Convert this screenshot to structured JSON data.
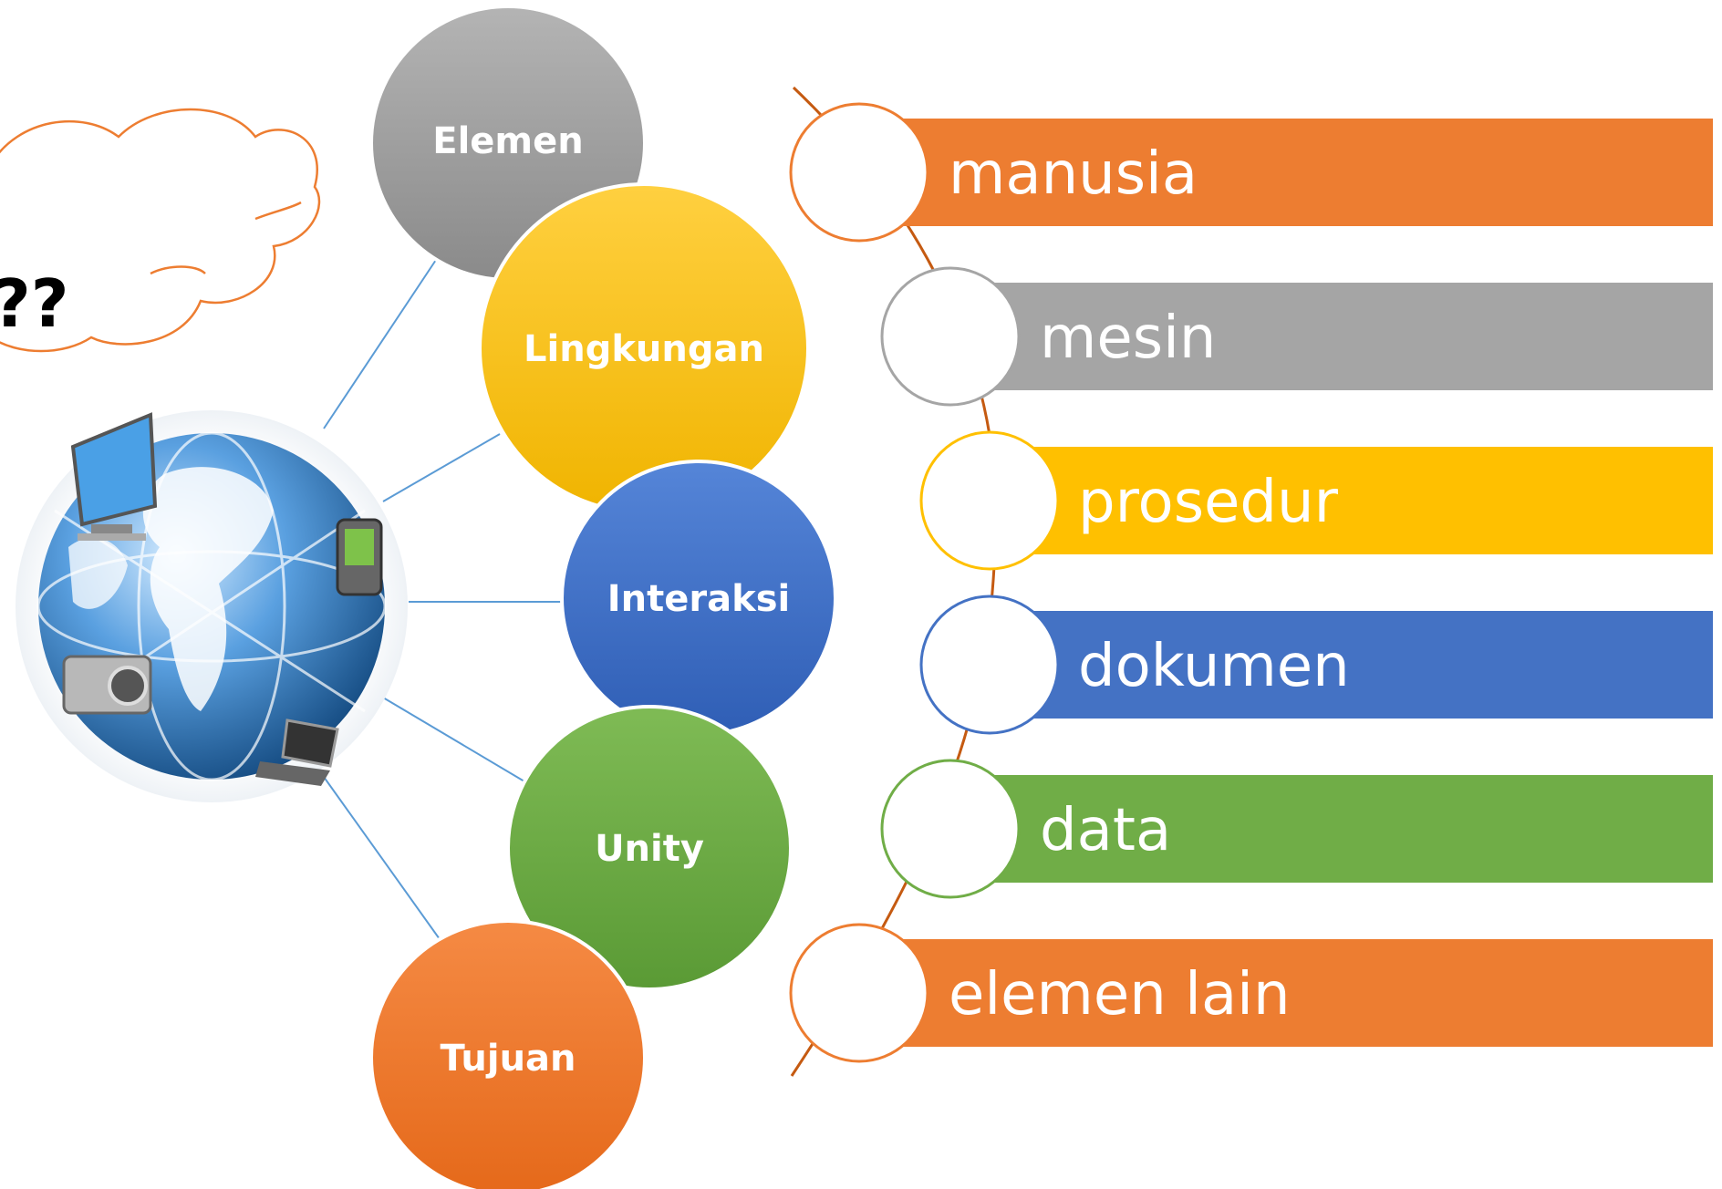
{
  "cloud": {
    "text": "??"
  },
  "hub": {
    "image": "globe-with-devices"
  },
  "nodes": [
    {
      "id": "elemen",
      "label": "Elemen",
      "color": "#a5a5a5",
      "color_dark": "#8c8c8c"
    },
    {
      "id": "lingkungan",
      "label": "Lingkungan",
      "color": "#ffc000",
      "color_dark": "#f2b400"
    },
    {
      "id": "interaksi",
      "label": "Interaksi",
      "color": "#4472c4",
      "color_dark": "#2f5eb5"
    },
    {
      "id": "unity",
      "label": "Unity",
      "color": "#70ad47",
      "color_dark": "#5a9a35"
    },
    {
      "id": "tujuan",
      "label": "Tujuan",
      "color": "#ed7d31",
      "color_dark": "#e5691a"
    }
  ],
  "list": [
    {
      "id": "manusia",
      "label": "manusia",
      "color": "#ed7d31"
    },
    {
      "id": "mesin",
      "label": "mesin",
      "color": "#a5a5a5"
    },
    {
      "id": "prosedur",
      "label": "prosedur",
      "color": "#ffc000"
    },
    {
      "id": "dokumen",
      "label": "dokumen",
      "color": "#4472c4"
    },
    {
      "id": "data",
      "label": "data",
      "color": "#70ad47"
    },
    {
      "id": "elemen-lain",
      "label": "elemen lain",
      "color": "#ed7d31"
    }
  ],
  "colors": {
    "connector": "#5b9bd5",
    "cloud_outline": "#ed7d31"
  }
}
